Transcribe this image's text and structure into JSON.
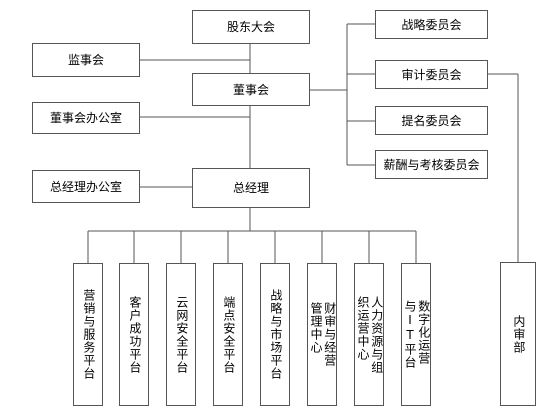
{
  "nodes": {
    "shareholders": "股东大会",
    "supervisors": "监事会",
    "board": "董事会",
    "board_office": "董事会办公室",
    "gm_office": "总经理办公室",
    "gm": "总经理",
    "strategy_committee": "战略委员会",
    "audit_committee": "审计委员会",
    "nomination_committee": "提名委员会",
    "compensation_committee": "薪酬与考核委员会",
    "platforms": [
      "营销与服务平台",
      "客户成功平台",
      "云网安全平台",
      "端点安全平台",
      "战略与市场平台",
      "财审与经营管理中心",
      "人力资源与组织运营中心",
      "数字化运营与IT平台"
    ],
    "internal_audit": "内审部"
  }
}
